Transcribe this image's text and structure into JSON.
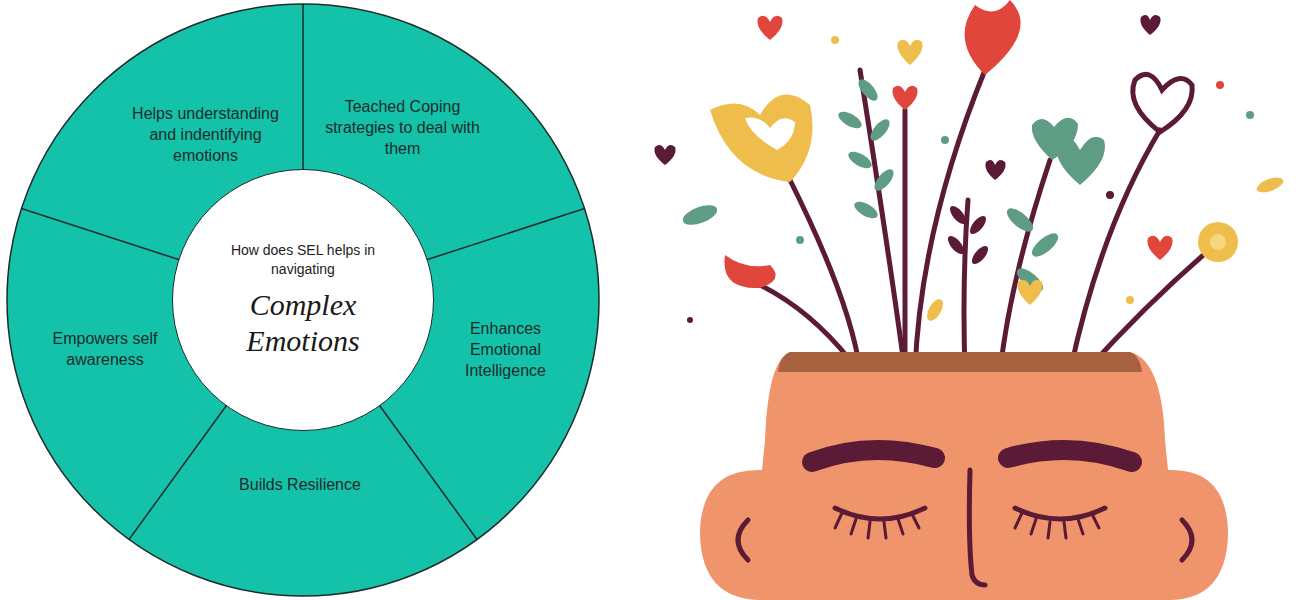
{
  "diagram": {
    "nodes": [
      {
        "text": [
          "Helps understanding and indentifying emotions"
        ]
      },
      {
        "text": [
          "Teached Coping strategies to deal with them"
        ]
      },
      {
        "text": [
          "Enhances Emotional Intelligence"
        ]
      },
      {
        "text": [
          "Builds Resilience"
        ]
      },
      {
        "text": [
          "Empowers self awareness"
        ]
      },
      {
        "text": [
          "How does SEL helps in navigating",
          "Complex Emotions"
        ]
      }
    ]
  }
}
